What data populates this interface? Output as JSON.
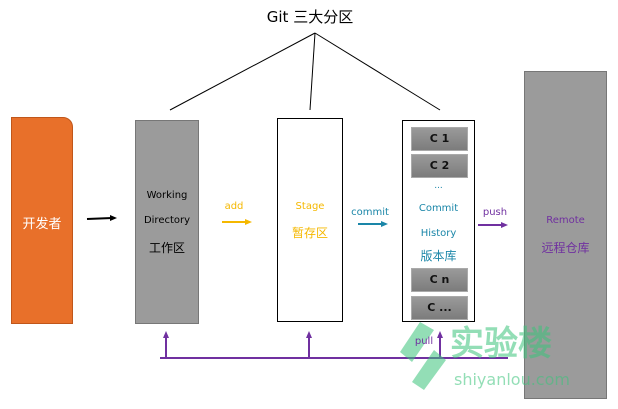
{
  "title": "Git 三大分区",
  "developer": {
    "label": "开发者",
    "color": "#E8702A"
  },
  "working": {
    "line1": "Working",
    "line2": "Directory",
    "zh": "工作区"
  },
  "stage": {
    "en": "Stage",
    "zh": "暂存区",
    "color": "#F5B800"
  },
  "repo": {
    "commits_top": [
      "C 1",
      "C 2"
    ],
    "ellipsis": "...",
    "line1": "Commit",
    "line2": "History",
    "zh": "版本库",
    "commits_bottom": [
      "C n",
      "C ..."
    ],
    "color": "#1A86A8"
  },
  "remote": {
    "en": "Remote",
    "zh": "远程仓库",
    "color": "#7030A0"
  },
  "arrows": {
    "add": "add",
    "commit": "commit",
    "push": "push",
    "pull": "pull"
  },
  "watermark": {
    "brand": "实验楼",
    "domain": "shiyanlou.com"
  }
}
